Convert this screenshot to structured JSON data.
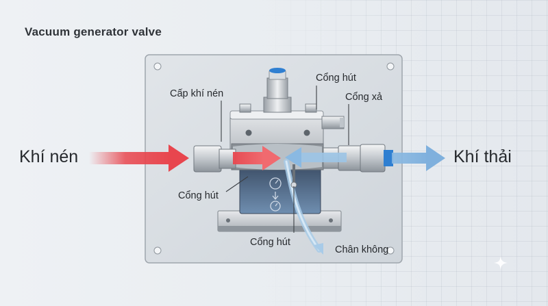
{
  "title": "Vacuum generator valve",
  "labels": {
    "compressed_air": "Khí nén",
    "exhaust_air": "Khí thải",
    "air_supply": "Cấp khí nén",
    "suction_port_top": "Cổng hút",
    "exhaust_port": "Cổng xả",
    "suction_port_left": "Cổng hút",
    "suction_port_bottom": "Cổng hút",
    "vacuum": "Chân không"
  },
  "colors": {
    "background": "#eceff2",
    "panel": "#d7dce1",
    "red_arrow": "#e8464e",
    "blue_arrow": "#86b6e0",
    "fitting_blue": "#2f7fd1",
    "text": "#26292d"
  },
  "icons": [
    "sparkle-icon",
    "vacuum-gauge-icon"
  ]
}
